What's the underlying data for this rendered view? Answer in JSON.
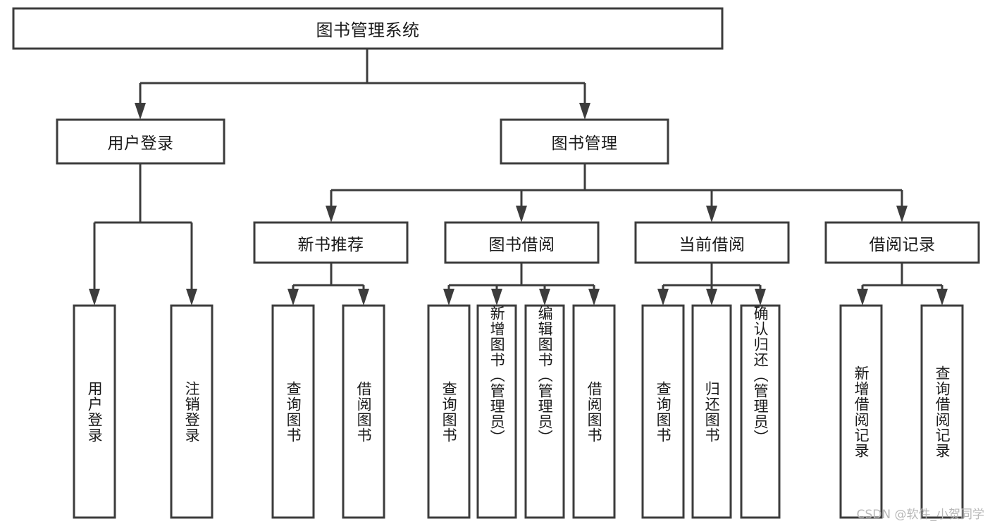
{
  "diagram": {
    "type": "tree",
    "title": "图书管理系统",
    "watermark": "CSDN @软件_小贺同学",
    "colors": {
      "stroke": "#3c3c3c",
      "fill": "#ffffff",
      "text": "#1a1a1a",
      "watermark": "#b8b8b8",
      "background": "#ffffff"
    },
    "root": {
      "label": "图书管理系统"
    },
    "level2": [
      {
        "label": "用户登录"
      },
      {
        "label": "图书管理"
      }
    ],
    "level3": [
      {
        "label": "新书推荐"
      },
      {
        "label": "图书借阅"
      },
      {
        "label": "当前借阅"
      },
      {
        "label": "借阅记录"
      }
    ],
    "leaves": {
      "user_login": [
        {
          "label": "用户登录"
        },
        {
          "label": "注销登录"
        }
      ],
      "new_book": [
        {
          "label": "查询图书"
        },
        {
          "label": "借阅图书"
        }
      ],
      "book_borrow": [
        {
          "label": "查询图书"
        },
        {
          "label": "新增图书（管理员）"
        },
        {
          "label": "编辑图书（管理员）"
        },
        {
          "label": "借阅图书"
        }
      ],
      "current_borrow": [
        {
          "label": "查询图书"
        },
        {
          "label": "归还图书"
        },
        {
          "label": "确认归还（管理员）"
        }
      ],
      "borrow_record": [
        {
          "label": "新增借阅记录"
        },
        {
          "label": "查询借阅记录"
        }
      ]
    }
  }
}
